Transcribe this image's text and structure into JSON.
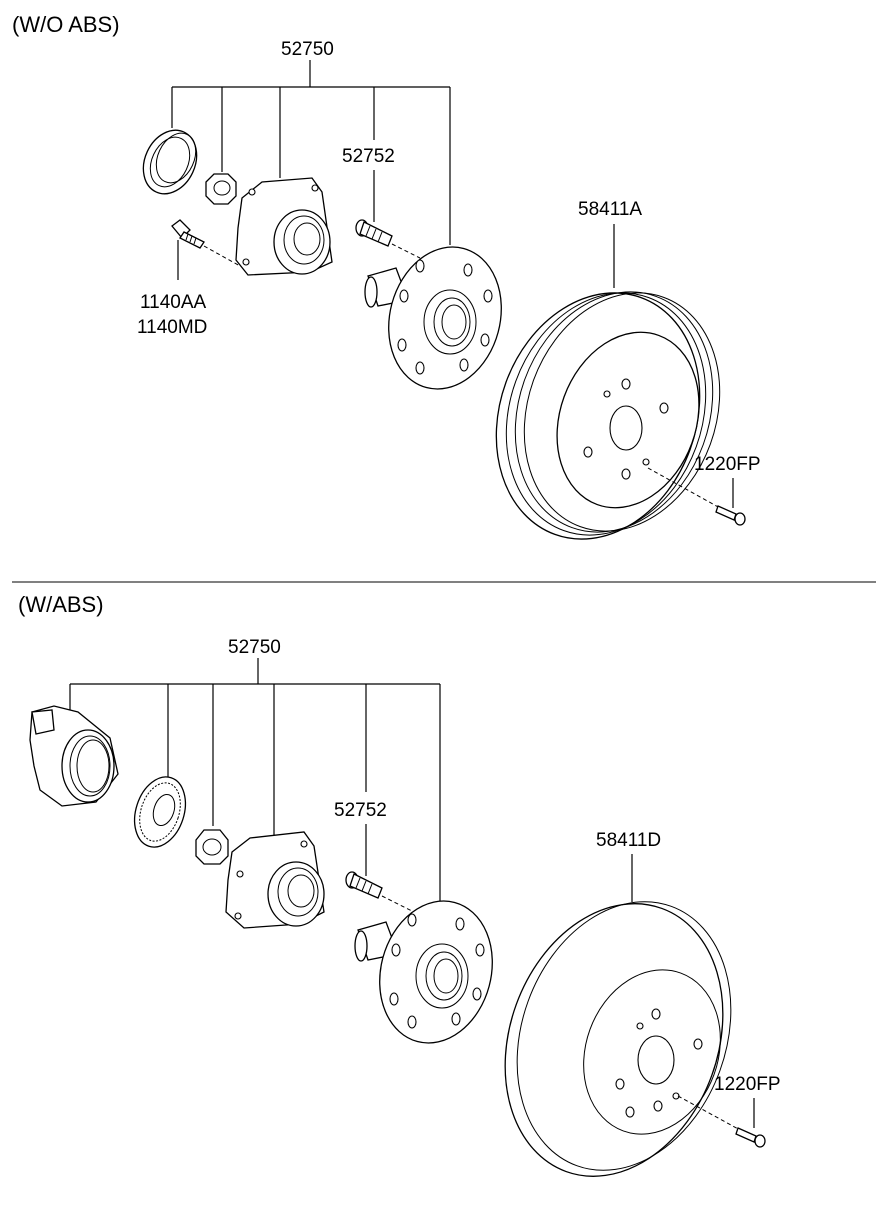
{
  "sections": {
    "wo_abs": {
      "title": "(W/O ABS)",
      "labels": {
        "hub_assy": "52750",
        "hub_bolt": "52752",
        "drum": "58411A",
        "flange_bolt_1": "1140AA",
        "flange_bolt_2": "1140MD",
        "screw": "1220FP"
      }
    },
    "w_abs": {
      "title": "(W/ABS)",
      "labels": {
        "hub_assy": "52750",
        "hub_bolt": "52752",
        "disc": "58411D",
        "screw": "1220FP"
      }
    }
  }
}
